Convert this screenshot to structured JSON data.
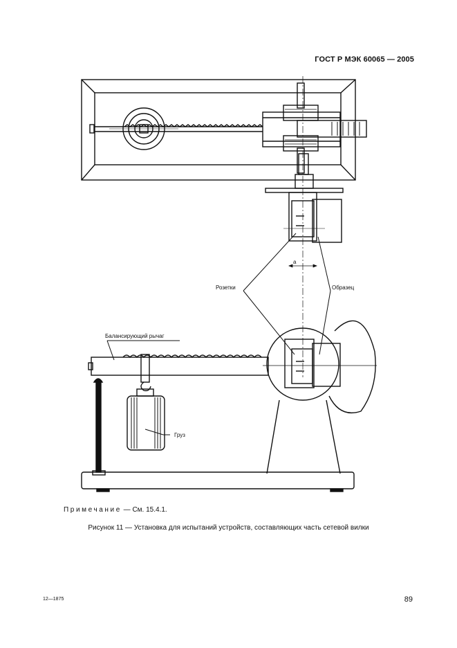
{
  "header": {
    "standard": "ГОСТ Р МЭК 60065 — 2005"
  },
  "figure": {
    "labels": {
      "sockets": "Розетки",
      "specimen": "Образец",
      "lever": "Балансирующий рычаг",
      "weight": "Груз",
      "dim_a": "a"
    }
  },
  "note": {
    "prefix": "Примечание",
    "text": " — См. 15.4.1."
  },
  "caption": "Рисунок 11 — Установка для испытаний устройств, составляющих часть сетевой вилки",
  "footer": {
    "code": "12—1875",
    "page": "89"
  }
}
